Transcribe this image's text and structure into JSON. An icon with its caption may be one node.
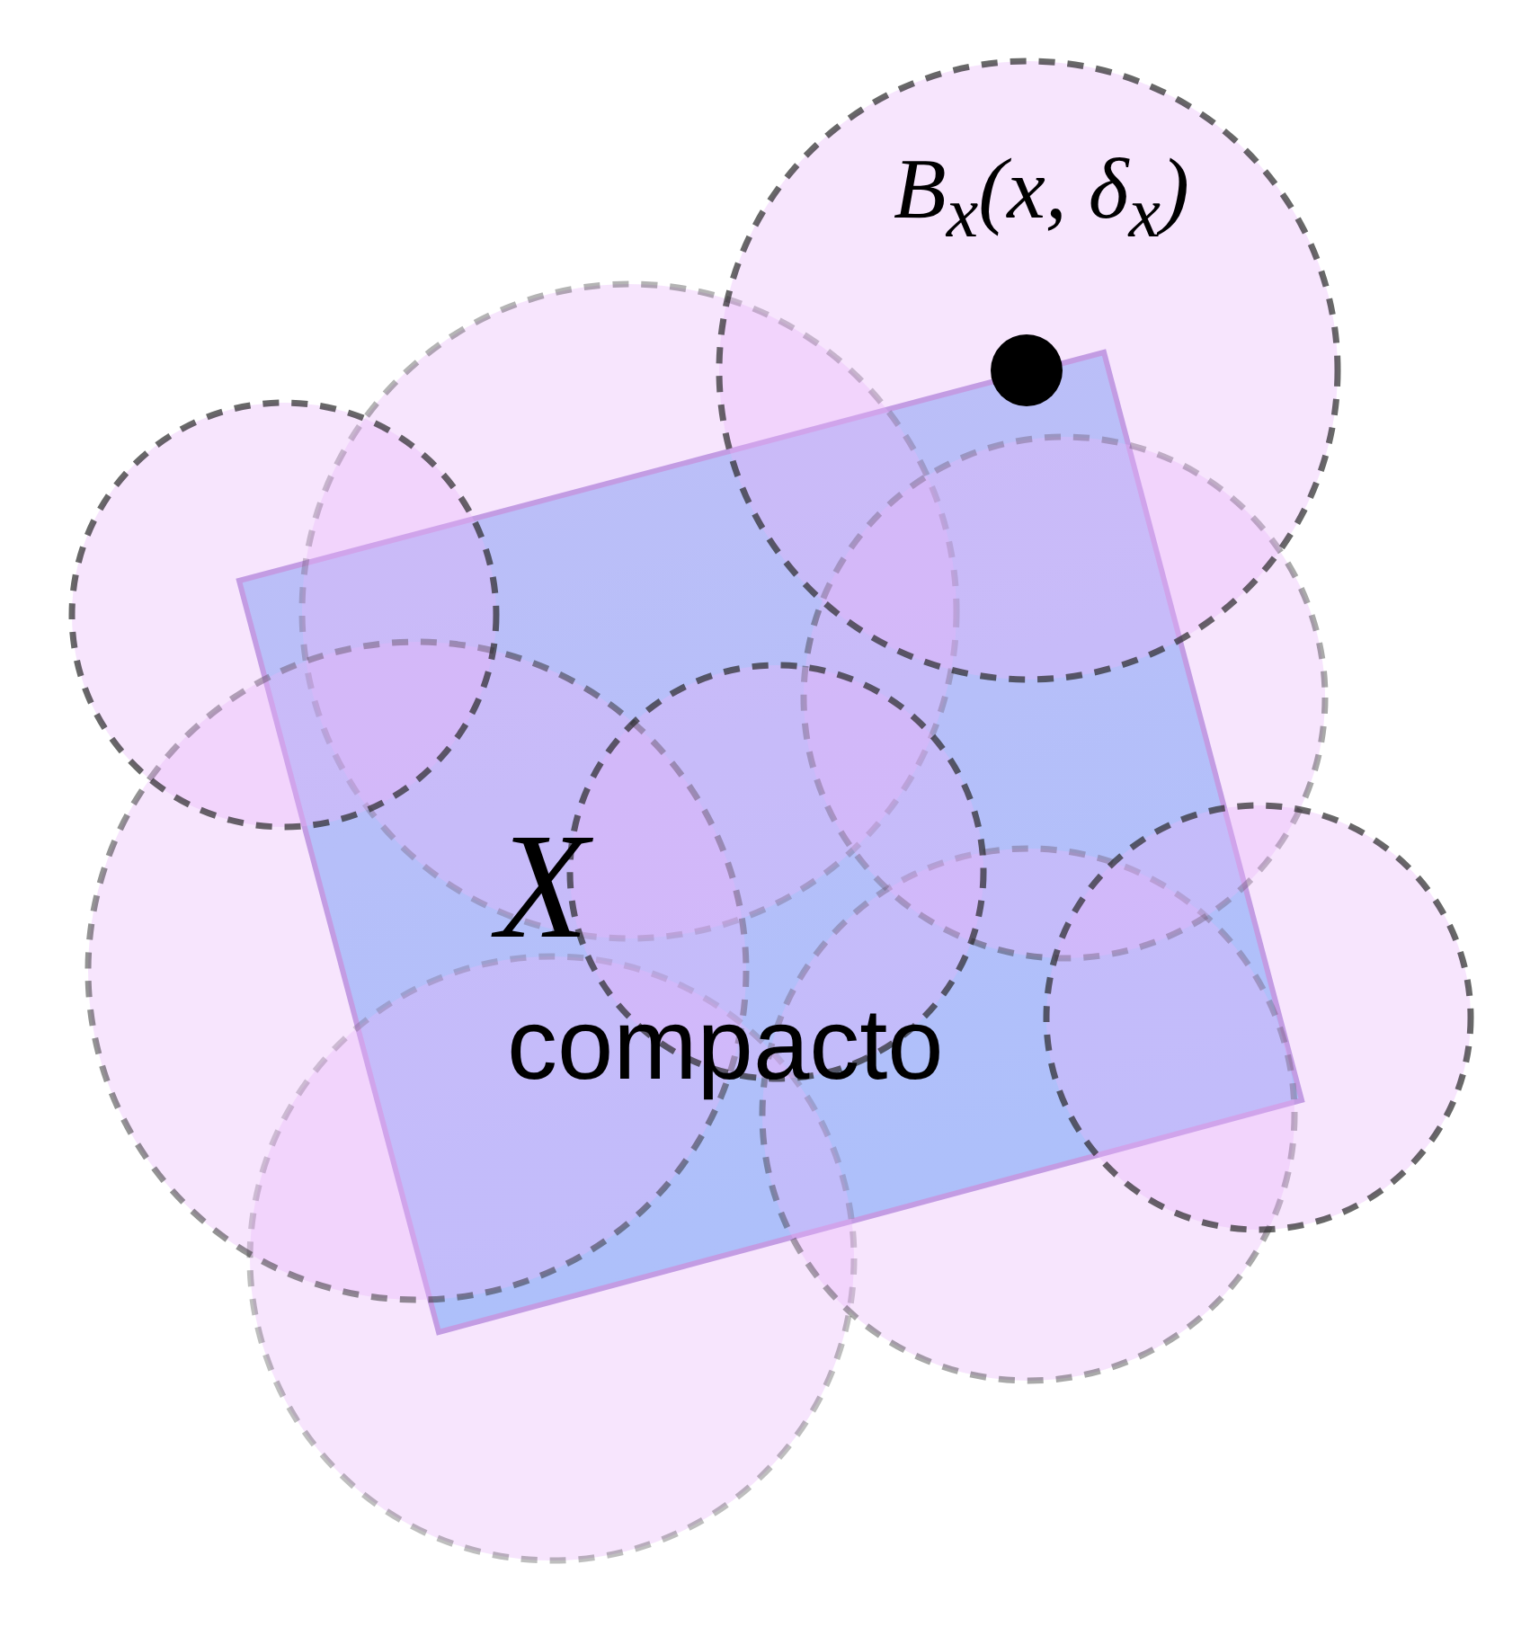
{
  "diagram": {
    "labels": [
      "B$_{x}$(x, δ$_{x}$)",
      "X",
      "compacto"
    ]
  }
}
